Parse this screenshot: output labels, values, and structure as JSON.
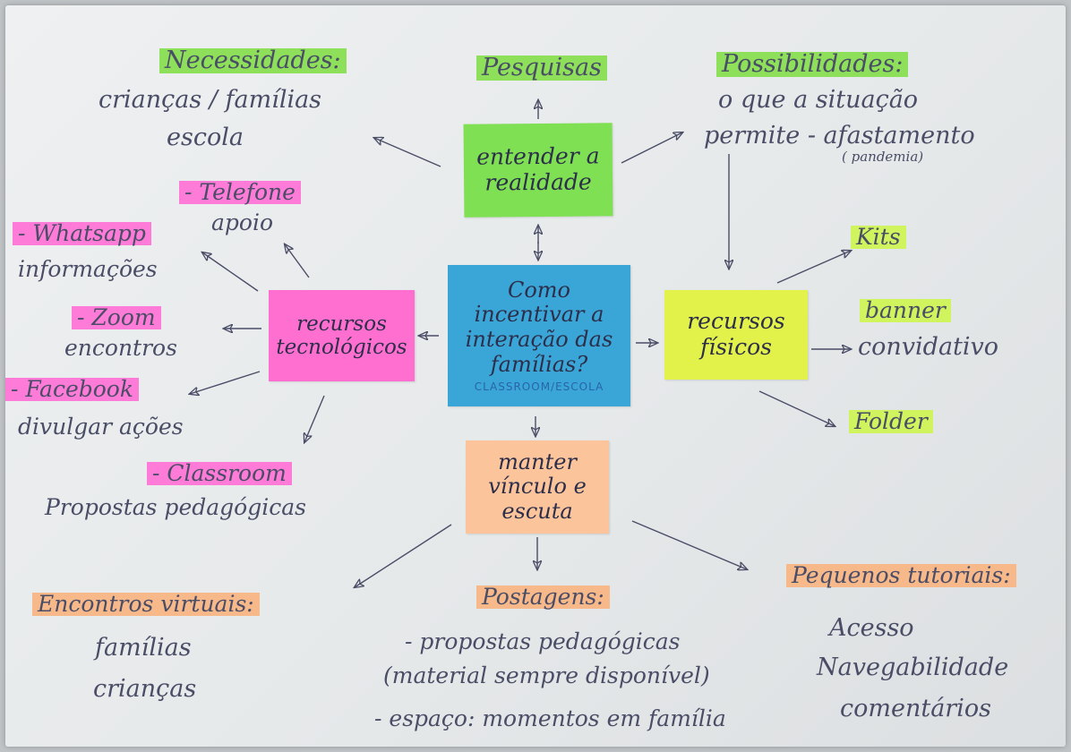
{
  "colors": {
    "green_note": "#7ee052",
    "blue_note": "#3aa6d8",
    "pink_note": "#ff6fd0",
    "yellow_note": "#e2f24a",
    "orange_note": "#fbc49a",
    "ink": "#4a4d66"
  },
  "center": {
    "lines": [
      "Como",
      "incentivar a",
      "interação das",
      "famílias?"
    ],
    "sub": "CLASSROOM/ESCOLA"
  },
  "top_note": {
    "lines": [
      "entender a",
      "realidade"
    ]
  },
  "left_note": {
    "lines": [
      "recursos",
      "tecnológicos"
    ]
  },
  "right_note": {
    "lines": [
      "recursos",
      "físicos"
    ]
  },
  "bottom_note": {
    "lines": [
      "manter",
      "vínculo e",
      "escuta"
    ]
  },
  "necessidades": {
    "title": "Necessidades:",
    "lines": [
      "crianças / famílias",
      "escola"
    ]
  },
  "pesquisas": {
    "title": "Pesquisas"
  },
  "possibilidades": {
    "title": "Possibilidades:",
    "lines": [
      "o que a situação",
      "permite - afastamento"
    ],
    "note": "( pandemia)"
  },
  "tech": {
    "telefone": {
      "title": "- Telefone",
      "desc": "apoio"
    },
    "whatsapp": {
      "title": "- Whatsapp",
      "desc": "informações"
    },
    "zoom": {
      "title": "- Zoom",
      "desc": "encontros"
    },
    "facebook": {
      "title": "- Facebook",
      "desc": "divulgar ações"
    },
    "classroom": {
      "title": "- Classroom",
      "desc": "Propostas pedagógicas"
    }
  },
  "fisicos": {
    "kits": "Kits",
    "banner": "banner",
    "banner_desc": "convidativo",
    "folder": "Folder"
  },
  "encontros": {
    "title": "Encontros virtuais:",
    "lines": [
      "famílias",
      "crianças"
    ]
  },
  "postagens": {
    "title": "Postagens:",
    "lines": [
      "- propostas pedagógicas",
      "(material sempre disponível)",
      "- espaço: momentos em família"
    ]
  },
  "tutoriais": {
    "title": "Pequenos tutoriais:",
    "lines": [
      "Acesso",
      "Navegabilidade",
      "comentários"
    ]
  }
}
